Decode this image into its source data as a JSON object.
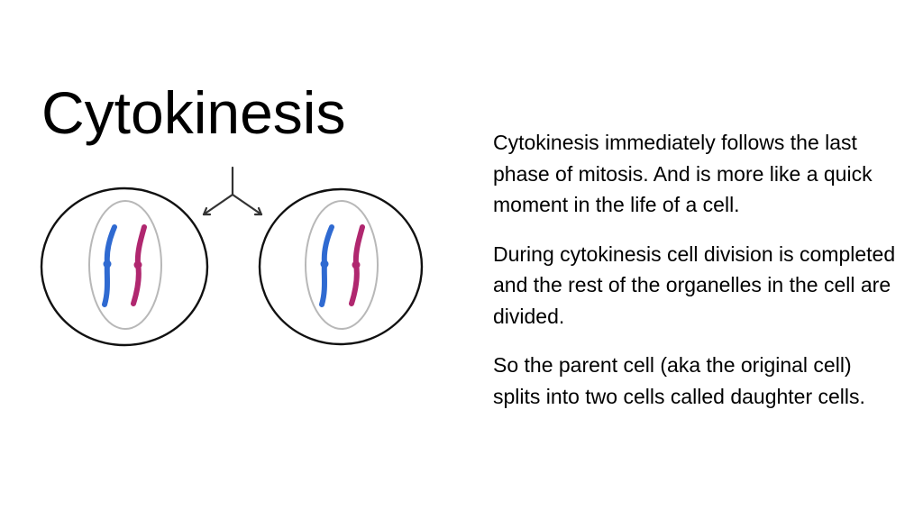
{
  "slide": {
    "title": "Cytokinesis",
    "paragraphs": [
      "Cytokinesis immediately follows the last phase of mitosis. And is more like a quick moment in the life of a cell.",
      "During cytokinesis cell  division is completed and the rest of the organelles in the cell are divided.",
      "So the parent cell (aka the original cell) splits into two cells called daughter cells."
    ]
  },
  "diagram": {
    "cells": [
      {
        "name": "left-daughter-cell"
      },
      {
        "name": "right-daughter-cell"
      }
    ],
    "colors": {
      "cell_outline": "#111111",
      "nucleus_outline": "#b8b8b8",
      "chromosome_a": "#2f6ad1",
      "chromosome_b": "#b0276f",
      "arrow": "#333333"
    }
  }
}
